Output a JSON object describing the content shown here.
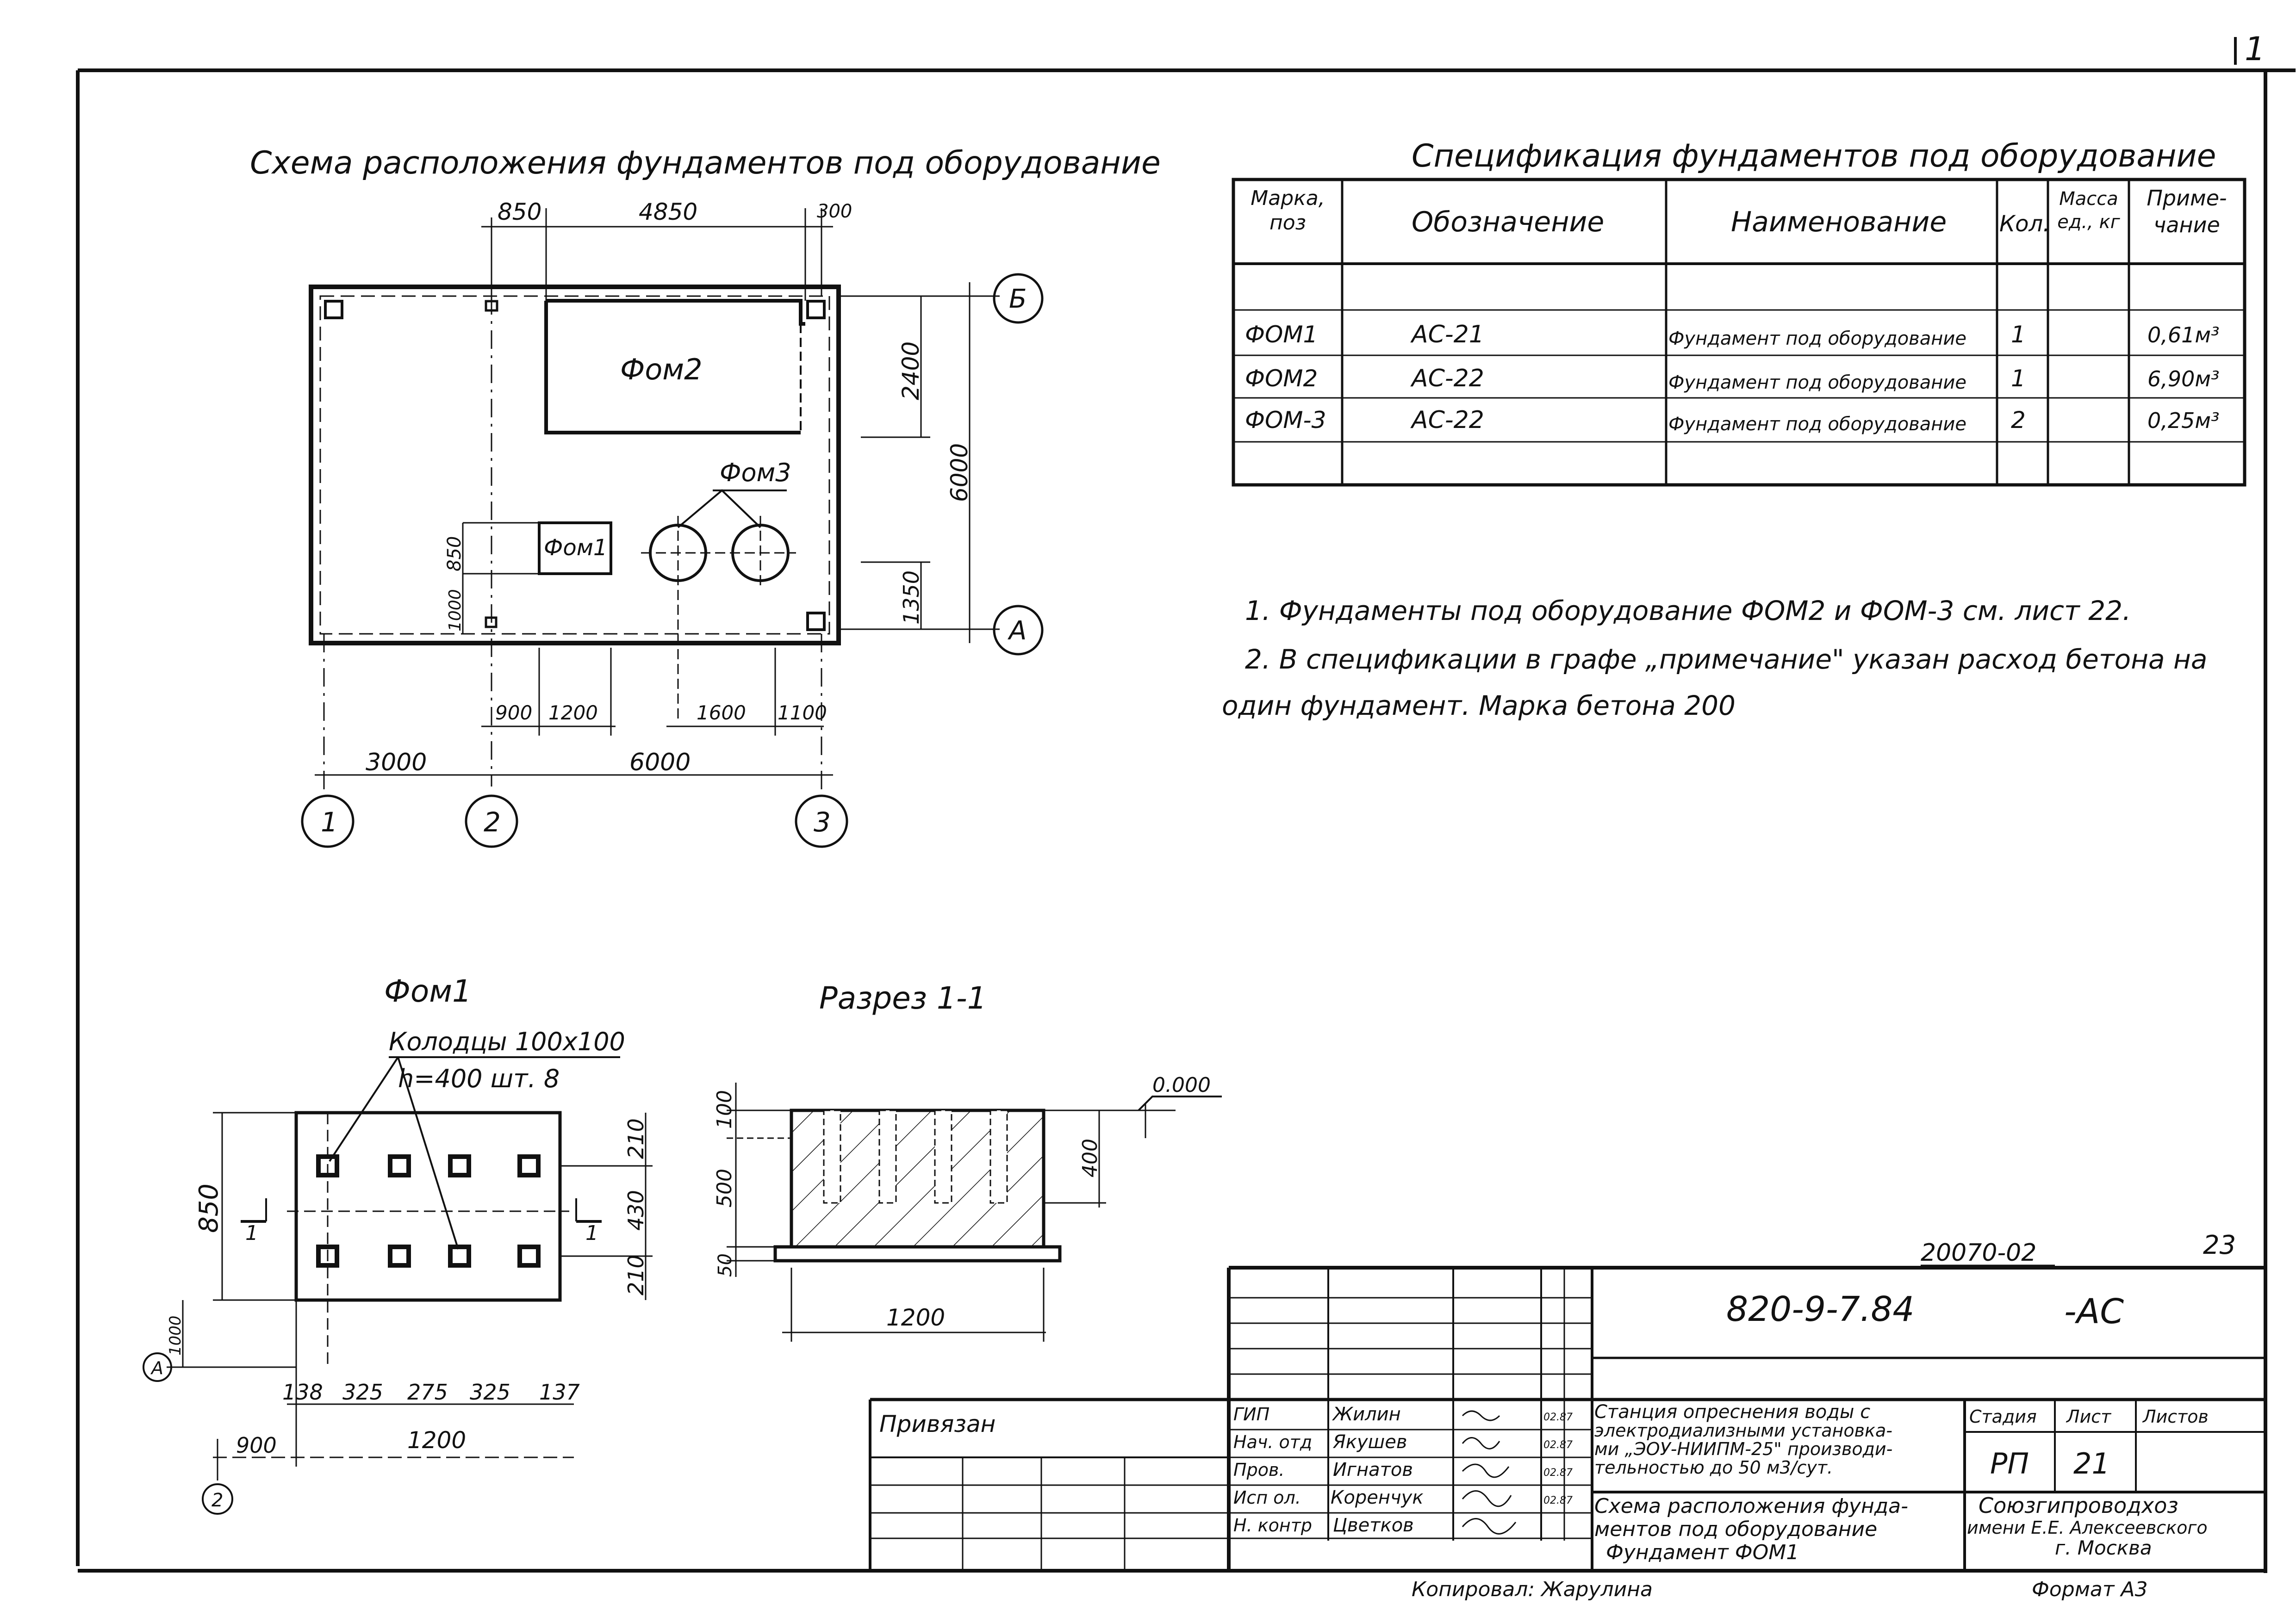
{
  "corner_number": "1",
  "plan": {
    "title": "Схема расположения фундаментов под оборудование",
    "dim_top": [
      "850",
      "4850",
      "300"
    ],
    "dim_right": [
      "2400",
      "6000",
      "1350"
    ],
    "dim_left": [
      "850",
      "1000"
    ],
    "dim_bottom_inner": [
      "900",
      "1200",
      "1600",
      "1100"
    ],
    "dim_bottom_outer": [
      "3000",
      "6000"
    ],
    "axes_letters": [
      "Б",
      "А"
    ],
    "axes_numbers": [
      "1",
      "2",
      "3"
    ],
    "fom2": "Фом2",
    "fom1": "Фом1",
    "fom3": "Фом3"
  },
  "spec": {
    "title": "Спецификация фундаментов под оборудование",
    "headers": [
      "Марка, поз",
      "Обозначение",
      "Наименование",
      "Кол.",
      "Масса ед., кг",
      "Приме- чание"
    ],
    "rows": [
      [
        "ФОМ1",
        "АС-21",
        "Фундамент под оборудование",
        "1",
        "",
        "0,61м³"
      ],
      [
        "ФОМ2",
        "АС-22",
        "Фундамент под оборудование",
        "1",
        "",
        "6,90м³"
      ],
      [
        "ФОМ-3",
        "АС-22",
        "Фундамент под оборудование",
        "2",
        "",
        "0,25м³"
      ]
    ]
  },
  "notes": [
    "1. Фундаменты под оборудование ФОМ2 и ФОМ-3 см. лист 22.",
    "2. В спецификации в графе „примечание\" указан расход бетона на",
    "один фундамент. Марка бетона 200"
  ],
  "fom1_detail": {
    "title": "Фом1",
    "callout1": "Колодцы 100х100",
    "callout2": "h=400 шт. 8",
    "dim_850": "850",
    "dims_right": [
      "210",
      "430",
      "210"
    ],
    "dims_bottom": [
      "138",
      "325",
      "275",
      "325",
      "137"
    ],
    "dim_900": "900",
    "dim_1200": "1200",
    "dim_1000": "1000",
    "axis_a": "А",
    "axis_2": "2",
    "section_mark": "1"
  },
  "section": {
    "title": "Разрез 1-1",
    "elevation": "0.000",
    "dims_left": [
      "100",
      "500",
      "50"
    ],
    "dim_400": "400",
    "dim_1200": "1200"
  },
  "title_block": {
    "inventory": "20070-02",
    "sheet_corner": "23",
    "code": "820-9-7.84",
    "suffix": "-АС",
    "privyazan": "Привязан",
    "roles": [
      {
        "role": "ГИП",
        "name": "Жилин",
        "date": "02.87"
      },
      {
        "role": "Нач. отд",
        "name": "Якушев",
        "date": "02.87"
      },
      {
        "role": "Пров.",
        "name": "Игнатов",
        "date": "02.87"
      },
      {
        "role": "Исп ол.",
        "name": "Коренчук",
        "date": "02.87"
      },
      {
        "role": "Н. контр",
        "name": "Цветков",
        "date": ""
      }
    ],
    "project": [
      "Станция опреснения воды с",
      "электродиализными установка-",
      "ми „ЭОУ-НИИПМ-25\" производи-",
      "тельностью до 50 м3/сут."
    ],
    "stage_label": "Стадия",
    "sheet_label": "Лист",
    "sheets_label": "Листов",
    "stage": "РП",
    "sheet": "21",
    "drawing": [
      "Схема расположения фунда-",
      "ментов под оборудование",
      "Фундамент ФОМ1"
    ],
    "org": [
      "Союзгипроводхоз",
      "имени Е.Е. Алексеевского",
      "г. Москва"
    ],
    "copied": "Копировал: Жарулина",
    "format": "Формат А3"
  }
}
